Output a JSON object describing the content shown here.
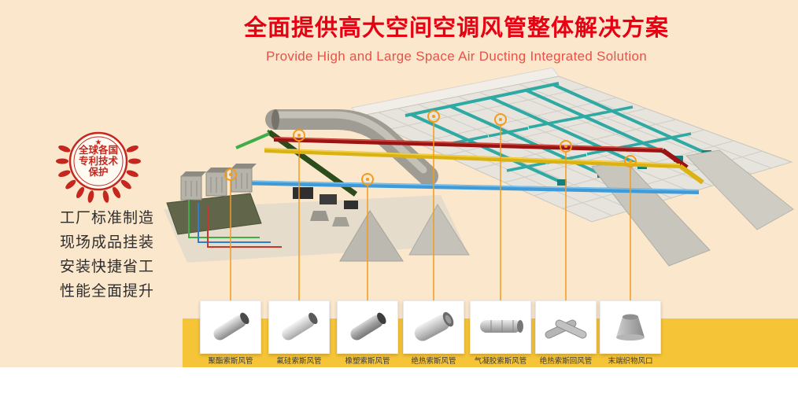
{
  "header": {
    "title": "全面提供高大空间空调风管整体解决方案",
    "subtitle": "Provide High and Large Space Air Ducting Integrated Solution"
  },
  "badge": {
    "lines": [
      "全球各国",
      "专利技术",
      "保护"
    ]
  },
  "features": {
    "lines": [
      "工厂标准制造",
      "现场成品挂装",
      "安装快捷省工",
      "性能全面提升"
    ]
  },
  "products": {
    "items": [
      {
        "label": "聚酯索斯风管"
      },
      {
        "label": "氟硅索斯风管"
      },
      {
        "label": "橡塑索斯风管"
      },
      {
        "label": "绝热索斯风管"
      },
      {
        "label": "气凝胶索斯风管"
      },
      {
        "label": "绝热索斯回风管"
      },
      {
        "label": "末端织物风口"
      }
    ]
  },
  "colors": {
    "title_red": "#e60012",
    "badge_red": "#c4271d",
    "band_yellow": "#f6c437",
    "callout_orange": "#f39b1c",
    "duct_red": "#9b1313",
    "duct_yellow": "#dab312",
    "duct_blue": "#3e9bd8",
    "duct_green": "#2c4d1b",
    "duct_teal": "#2fa9a3"
  }
}
